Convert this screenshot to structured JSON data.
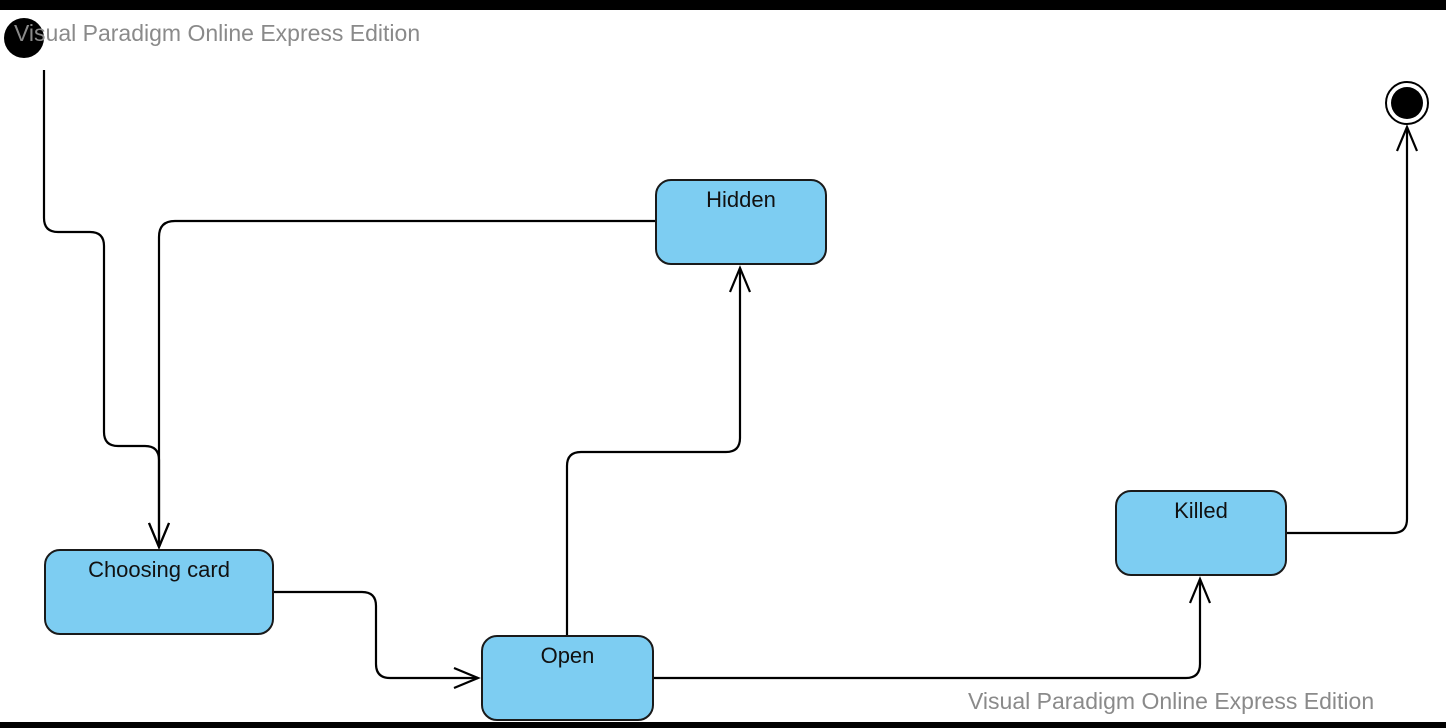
{
  "watermark": {
    "top": "Visual Paradigm Online Express Edition",
    "bottom": "Visual Paradigm Online Express Edition"
  },
  "colors": {
    "state_fill": "#7dcdf2",
    "stroke": "#000000",
    "watermark": "#8a8a8a"
  },
  "states": [
    {
      "id": "hidden",
      "label": "Hidden"
    },
    {
      "id": "choosing-card",
      "label": "Choosing card"
    },
    {
      "id": "open",
      "label": "Open"
    },
    {
      "id": "killed",
      "label": "Killed"
    }
  ],
  "pseudostates": [
    {
      "id": "initial",
      "kind": "initial"
    },
    {
      "id": "final",
      "kind": "final"
    }
  ],
  "transitions": [
    {
      "from": "initial",
      "to": "choosing-card"
    },
    {
      "from": "hidden",
      "to": "choosing-card"
    },
    {
      "from": "choosing-card",
      "to": "open"
    },
    {
      "from": "open",
      "to": "hidden"
    },
    {
      "from": "open",
      "to": "killed"
    },
    {
      "from": "killed",
      "to": "final"
    }
  ]
}
